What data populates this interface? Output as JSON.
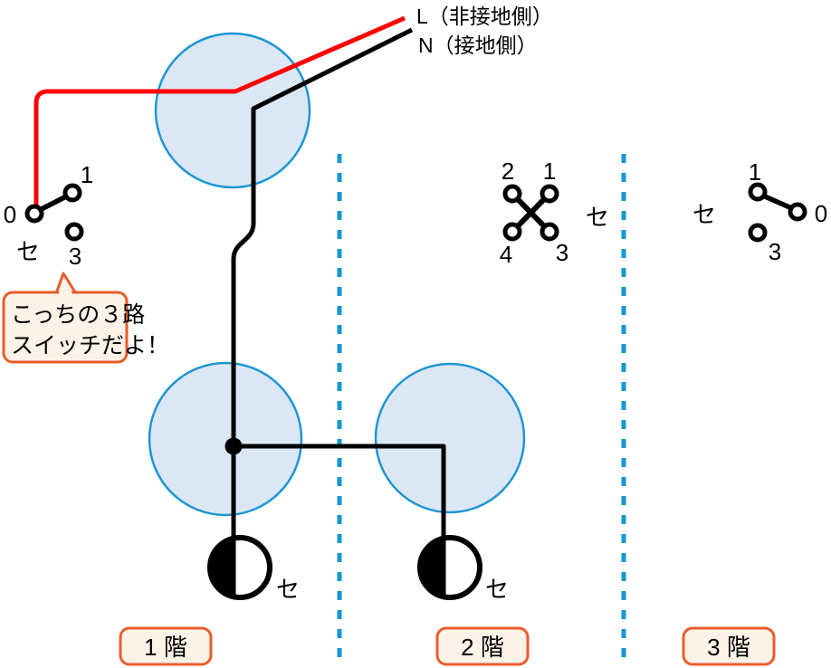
{
  "colors": {
    "live_red": "#ff0000",
    "wire_black": "#000000",
    "junction_fill": "#dce7f6",
    "junction_stroke": "#1e96d2",
    "divider_blue": "#1498cf",
    "accent_orange": "#e95c2b",
    "badge_fill": "#fdf2e8"
  },
  "source": {
    "live_label": "L（非接地側）",
    "neutral_label": "N（接地側）"
  },
  "switch_left": {
    "t0": "0",
    "t1": "1",
    "t3": "3",
    "se": "セ"
  },
  "switch_4way": {
    "t1": "1",
    "t2": "2",
    "t3": "3",
    "t4": "4",
    "se": "セ"
  },
  "switch_right": {
    "t0": "0",
    "t1": "1",
    "t3": "3",
    "se": "セ"
  },
  "lamp_left": {
    "se": "セ"
  },
  "lamp_right": {
    "se": "セ"
  },
  "callout": {
    "line1": "こっちの３路",
    "line2": "スイッチだよ！"
  },
  "floors": {
    "f1": "1 階",
    "f2": "2 階",
    "f3": "3 階"
  }
}
